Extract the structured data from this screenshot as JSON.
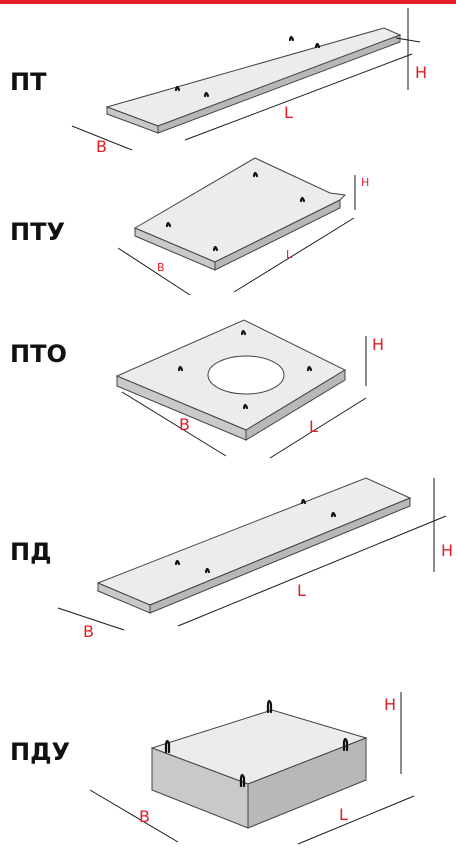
{
  "colors": {
    "accent": "#e31e24",
    "label": "#e31e24",
    "code": "#111111"
  },
  "items": [
    {
      "code": "ПТ",
      "labels": {
        "b": "B",
        "l": "L",
        "h": "H"
      }
    },
    {
      "code": "ПТУ",
      "labels": {
        "b": "B",
        "l": "L",
        "h": "H"
      }
    },
    {
      "code": "ПТО",
      "labels": {
        "b": "B",
        "l": "L",
        "h": "H"
      }
    },
    {
      "code": "ПД",
      "labels": {
        "b": "B",
        "l": "L",
        "h": "H"
      }
    },
    {
      "code": "ПДУ",
      "labels": {
        "b": "B",
        "l": "L",
        "h": "H"
      }
    }
  ]
}
